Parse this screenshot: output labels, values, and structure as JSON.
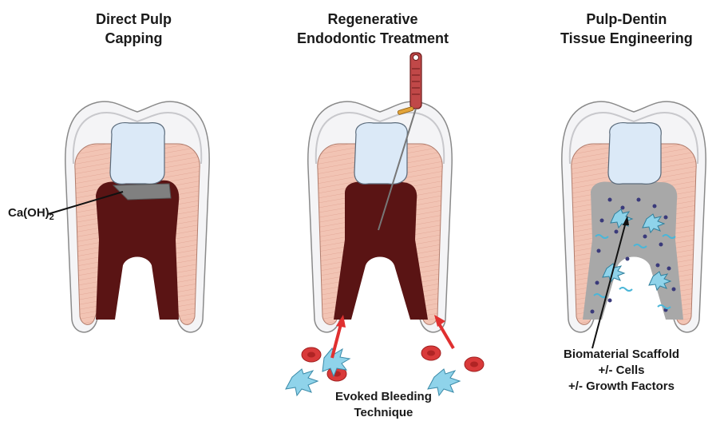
{
  "panels": [
    {
      "title_line1": "Direct Pulp",
      "title_line2": "Capping"
    },
    {
      "title_line1": "Regenerative",
      "title_line2": "Endodontic Treatment"
    },
    {
      "title_line1": "Pulp-Dentin",
      "title_line2": "Tissue Engineering"
    }
  ],
  "labels": {
    "capping_material": "Ca(OH)",
    "capping_material_subscript": "2",
    "bleeding_line1": "Evoked Bleeding",
    "bleeding_line2": "Technique",
    "scaffold_line1": "Biomaterial Scaffold",
    "scaffold_line2": "+/- Cells",
    "scaffold_line3": "+/- Growth Factors"
  },
  "colors": {
    "enamel": "#e9e9ee",
    "dentin": "#f2c4b4",
    "pulp": "#5a1414",
    "crown_filling": "#dbe9f7",
    "capping": "#808080",
    "scaffold": "#a8a8a8",
    "blood_cell": "#d93a3a",
    "stem_cell": "#8fd3ea",
    "arrow_red": "#e03030"
  }
}
